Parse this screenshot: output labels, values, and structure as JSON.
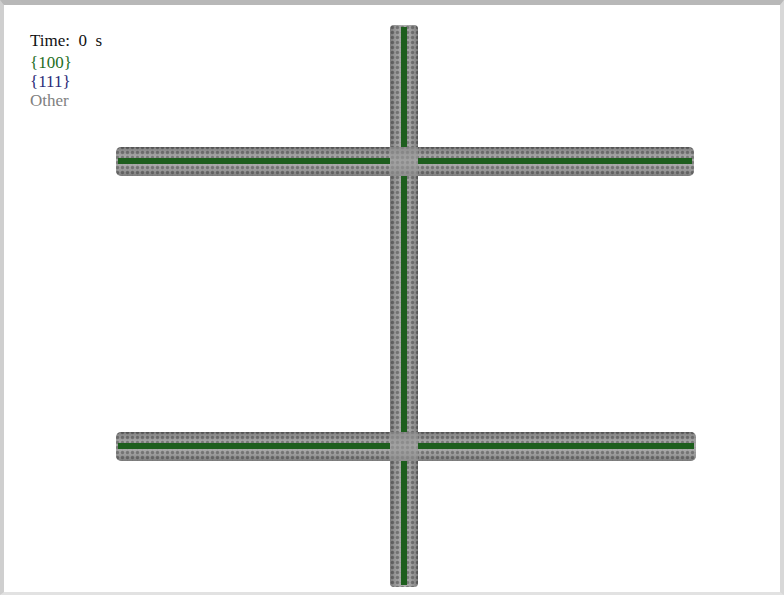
{
  "diagram": {
    "labels": [
      "Time:  0  s"
    ],
    "legend": [
      {
        "text": "{100}",
        "color": "#1e6e1e"
      },
      {
        "text": "{111}",
        "color": "#2b2b78"
      },
      {
        "text": "Other",
        "color": "#808080"
      }
    ]
  }
}
